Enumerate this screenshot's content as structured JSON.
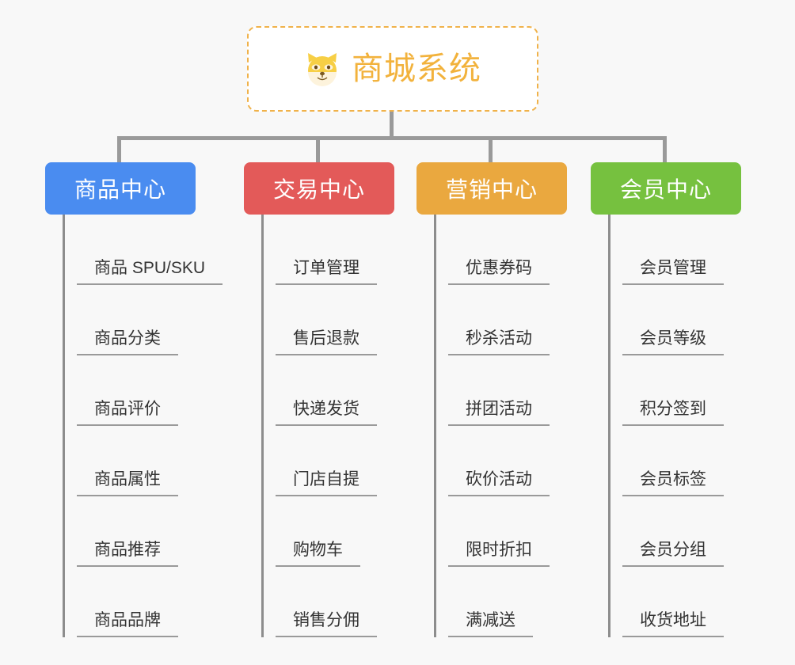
{
  "diagram": {
    "type": "mindmap",
    "title": "商城系统",
    "background_color": "#f8f8f8",
    "root": {
      "label": "商城系统",
      "icon": "shiba-dog-face",
      "text_color": "#f2b23c",
      "border_color": "#f0b24a",
      "border_style": "dashed",
      "background_color": "#ffffff"
    },
    "connector_color": "#9a9a9a",
    "branches": [
      {
        "label": "商品中心",
        "color": "#4a8cf0",
        "items": [
          "商品 SPU/SKU",
          "商品分类",
          "商品评价",
          "商品属性",
          "商品推荐",
          "商品品牌"
        ]
      },
      {
        "label": "交易中心",
        "color": "#e35a59",
        "items": [
          "订单管理",
          "售后退款",
          "快递发货",
          "门店自提",
          "购物车",
          "销售分佣"
        ]
      },
      {
        "label": "营销中心",
        "color": "#eaa83f",
        "items": [
          "优惠券码",
          "秒杀活动",
          "拼团活动",
          "砍价活动",
          "限时折扣",
          "满减送"
        ]
      },
      {
        "label": "会员中心",
        "color": "#76c13f",
        "items": [
          "会员管理",
          "会员等级",
          "积分签到",
          "会员标签",
          "会员分组",
          "收货地址"
        ]
      }
    ]
  }
}
